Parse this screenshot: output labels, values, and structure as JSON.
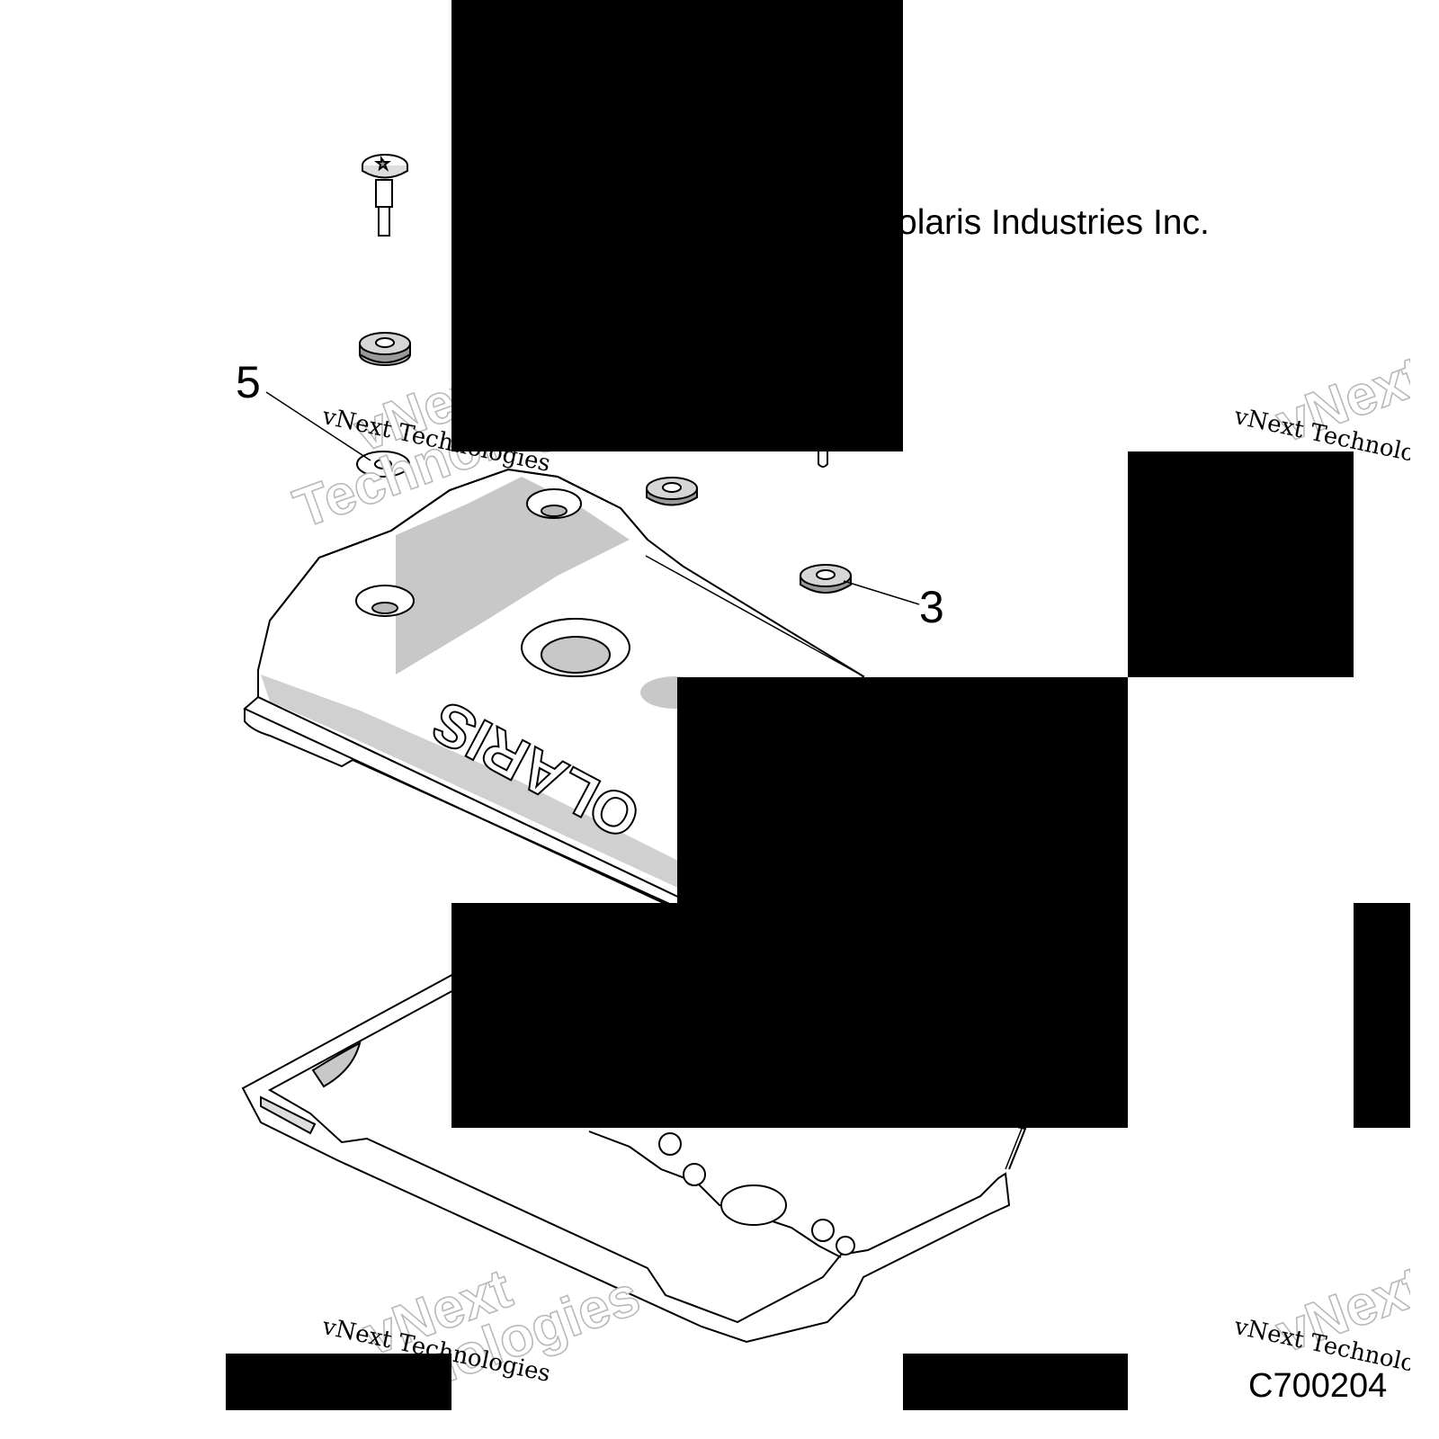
{
  "diagram": {
    "copyright": "olaris Industries Inc.",
    "figure_code": "C700204",
    "callouts": [
      "5",
      "3"
    ],
    "cover_brand": "OLARIS",
    "watermark_small": "vNext Technologies",
    "watermark_big_line1": "vNext",
    "watermark_big_line2": "Technologies"
  },
  "colors": {
    "line": "#000000",
    "shade": "#c8c8c8",
    "redaction": "#000000"
  }
}
